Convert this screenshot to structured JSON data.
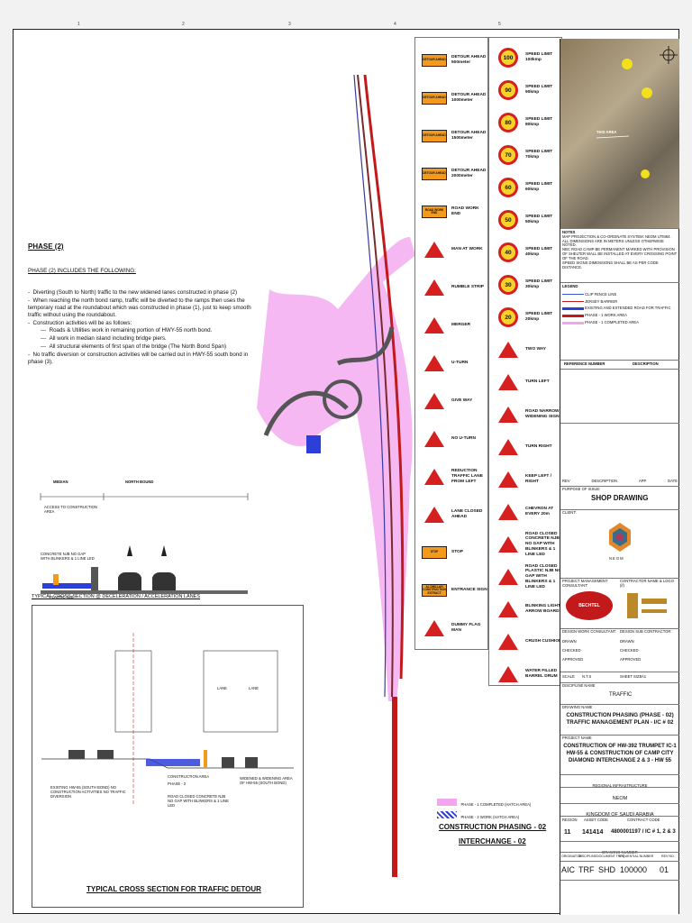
{
  "ruler": [
    "1",
    "2",
    "3",
    "4",
    "5"
  ],
  "phase": {
    "title": "PHASE (2)",
    "intro": "PHASE (2) INCLUDES THE FOLLOWING:",
    "items": [
      "Diverting (South to North) traffic to the new widened lanes constructed in phase (2)",
      "When reaching the north bond ramp, traffic will be diverted to the ramps then uses the temporary road at the roundabout which was constructed in phase (1), just to keep smooth traffic without using the roundabout.",
      "Construction activities will be as follows:",
      "Roads & Utilities work in remaining portion of HWY-55 north bond.",
      "All work in median island including bridge piers.",
      "All structural elements of first span of the bridge (The North Bond Span)",
      "No traffic diversion or construction activities will be carried out in HWY-55 south bond in phase (3)."
    ]
  },
  "cross_section_1": {
    "caption": "TYPICAL CROSS SECTION @ DECELERATION / ACCELERATION LANES",
    "median": "MEDIAN",
    "north_bound": "NORTH BOUND",
    "access": "ACCESS TO CONSTRUCTION AREA",
    "barrier": "CONCRETE NJB NO GAP WITH BLINKERS & 1 LINE LED",
    "plastic": "PLASTIC NJB"
  },
  "cross_section_2": {
    "caption": "TYPICAL CROSS SECTION FOR TRAFFIC DETOUR",
    "lane": "LANE",
    "existing": "EXISTING HW-55 (SOUTH BOND) NO CONSTRUCTION ACTIVITIES NO TRAFFIC DIVERSION",
    "construction": "CONSTRUCTION AREA",
    "phase2": "PHASE - 2",
    "road_closed": "ROAD CLOSED CONCRETE NJB NO GAP WITH BLINKERS & 1 LINE LED",
    "widened": "WIDENED & WIDENING AREA OF HW-55 (SOUTH BOND)"
  },
  "map_legend": {
    "phase1": "PHASE - 1 COMPLETED (HATCH AREA)",
    "phase2": "PHASE - 2 WORK (HATCH AREA)",
    "main_title": "CONSTRUCTION PHASING - 02",
    "sub_title": "INTERCHANGE - 02"
  },
  "signs_left": [
    {
      "label": "DETOUR AHEAD 500meter",
      "sign": "DETOUR AHEAD"
    },
    {
      "label": "DETOUR AHEAD 1000meter",
      "sign": "DETOUR AHEAD"
    },
    {
      "label": "DETOUR AHEAD 1500meter",
      "sign": "DETOUR AHEAD"
    },
    {
      "label": "DETOUR AHEAD 2000meter",
      "sign": "DETOUR AHEAD"
    },
    {
      "label": "ROAD WORK END",
      "sign": "ROAD WORK END"
    },
    {
      "label": "MAN AT WORK",
      "sign": ""
    },
    {
      "label": "RUMBLE STRIP",
      "sign": ""
    },
    {
      "label": "MERGER",
      "sign": ""
    },
    {
      "label": "U-TURN",
      "sign": ""
    },
    {
      "label": "GIVE WAY",
      "sign": ""
    },
    {
      "label": "NO U-TURN",
      "sign": ""
    },
    {
      "label": "REDUCTION TRAFFIC LANE FROM LEFT",
      "sign": ""
    },
    {
      "label": "LANE CLOSED AHEAD",
      "sign": ""
    },
    {
      "label": "STOP",
      "sign": "STOP"
    },
    {
      "label": "ENTRANCE SIGN",
      "sign": "AL DHILLAH CONSTRUCTION EXTRACT"
    },
    {
      "label": "DUMMY FLAG MAN",
      "sign": ""
    }
  ],
  "signs_right": [
    {
      "label": "SPEED LIMIT 100kmp",
      "value": "100"
    },
    {
      "label": "SPEED LIMIT 90kmp",
      "value": "90"
    },
    {
      "label": "SPEED LIMIT 80kmp",
      "value": "80"
    },
    {
      "label": "SPEED LIMIT 70kmp",
      "value": "70"
    },
    {
      "label": "SPEED LIMIT 60kmp",
      "value": "60"
    },
    {
      "label": "SPEED LIMIT 50kmp",
      "value": "50"
    },
    {
      "label": "SPEED LIMIT 40kmp",
      "value": "40"
    },
    {
      "label": "SPEED LIMIT 30kmp",
      "value": "30"
    },
    {
      "label": "SPEED LIMIT 20kmp",
      "value": "20"
    },
    {
      "label": "TWO WAY",
      "value": ""
    },
    {
      "label": "TURN LEFT",
      "value": ""
    },
    {
      "label": "ROAD NARROW WIDENING SIGN",
      "value": ""
    },
    {
      "label": "TURN RIGHT",
      "value": ""
    },
    {
      "label": "KEEP LEFT / RIGHT",
      "value": ""
    },
    {
      "label": "CHEVRON AT EVERY 20m",
      "value": ""
    },
    {
      "label": "ROAD CLOSED CONCRETE NJB NO GAP WITH BLINKERS & 1 LINE LED",
      "value": ""
    },
    {
      "label": "ROAD CLOSED PLASTIC NJB NO GAP WITH BLINKERS & 1 LINE LED",
      "value": ""
    },
    {
      "label": "BLINKING LIGHT ARROW BOARD",
      "value": ""
    },
    {
      "label": "CRUSH CUSHION",
      "value": ""
    },
    {
      "label": "WATER FILLED BARREL DRUM",
      "value": ""
    }
  ],
  "key_map": {
    "this_area": "THIS AREA"
  },
  "title_block": {
    "notes": "NOTES",
    "notes_items": [
      "MAP PROJECTION & CO-ORDINATE SYSTEM: NEOM UTM84.",
      "ALL DIMENSIONS ARE IN METERS UNLESS OTHERWISE NOTED.",
      "NBC ROAD CAMP BE PERMANENT MARKED WITH PROVISION OF SHELTER WALL BE INSTALLED AT EVERY CROSSING POINT OF THE ROAD.",
      "SPEED SIGNS DIMENSIONS SHALL BE AS PER CODE DISTANCE."
    ],
    "legend": "LEGEND",
    "legend_items": [
      "CLIP FENCE LINE",
      "JERSEY BARRIER",
      "EXISTING AND EXTENDED ROAD FOR TRAFFIC",
      "PHASE - 1 WORK AREA",
      "PHASE - 1 COMPLETED AREA"
    ],
    "reference_number": "REFERENCE NUMBER",
    "description": "DESCRIPTION",
    "rev_items": [
      "REV",
      "DESCRIPTION",
      "APP",
      "DATE"
    ],
    "purpose": "PURPOSE OF ISSUE:",
    "shop_drawing": "SHOP DRAWING",
    "client": "CLIENT:",
    "neom": "NEOM",
    "pmc": "PROJECT MANAGEMENT CONSULTANT:",
    "contractor": "CONTRACTOR NAME & LOGO (if)",
    "bechtel": "BECHTEL",
    "design": "DESIGN WORK CONSULTANT:",
    "sub": "DESIGN SUB CONTRACTOR:",
    "drawn": "DRAWN",
    "checked": "CHECKED",
    "approved": "APPROVED",
    "scale_label": "SCALE",
    "scale": "N.T.S",
    "sheet_label": "SHEET SIZE",
    "sheet": "A1",
    "discipline_label": "DISCIPLINE NAME",
    "discipline": "TRAFFIC",
    "drawing_label": "DRAWING NAME",
    "drawing_title_1": "CONSTRUCTION PHASING (PHASE - 02)",
    "drawing_title_2": "TRAFFIC MANAGEMENT PLAN - I/C # 02",
    "project_label": "PROJECT NAME",
    "project_1": "CONSTRUCTION OF HW-392 TRUMPET IC-1",
    "project_2": "HW-55 & CONSTRUCTION OF CAMP CITY",
    "project_3": "DIAMOND INTERCHANGE 2 & 3 - HW 55",
    "regional": "REGIONAL INFRASTRUCTURE",
    "neom2": "NEOM",
    "kingdom": "KINGDOM OF SAUDI ARABIA",
    "region": "REGION",
    "asset_code": "ASSET CODE",
    "contract_code": "CONTRACT CODE",
    "region_val": "11",
    "asset_val": "141414",
    "contract_val": "4800001197 / IC # 1, 2 & 3",
    "drawing_number": "DRAWING NUMBER",
    "originator": "ORIGINATOR",
    "discipline_code": "DISCIPLINE",
    "doc_type": "DOCUMENT TYPE",
    "seq_number": "SEQUENTIAL NUMBER",
    "rev_no": "REV NO.",
    "code_1": "AIC",
    "code_2": "TRF",
    "code_3": "SHD",
    "code_4": "100000",
    "code_5": "01"
  },
  "colors": {
    "phase1": "#f3a6f0",
    "phase2": "#2d3fd9",
    "sign_orange": "#f39a1c",
    "speed_red": "#d61f1f"
  }
}
